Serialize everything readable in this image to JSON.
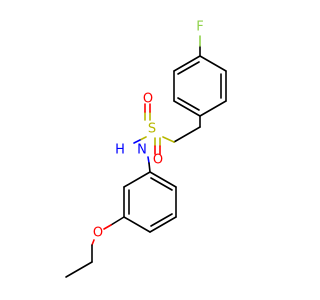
{
  "molecule": {
    "atoms": {
      "fluorine": "F",
      "sulfur": "S",
      "oxygen_top": "O",
      "oxygen_bottom": "O",
      "nitrogen": "N",
      "hydrogen": "H",
      "oxygen_ether": "O"
    },
    "colors": {
      "carbon_bond": "#000000",
      "fluorine": "#8fd24a",
      "sulfur": "#b8b800",
      "oxygen": "#ff0000",
      "nitrogen": "#0000ff",
      "background": "#ffffff"
    }
  }
}
